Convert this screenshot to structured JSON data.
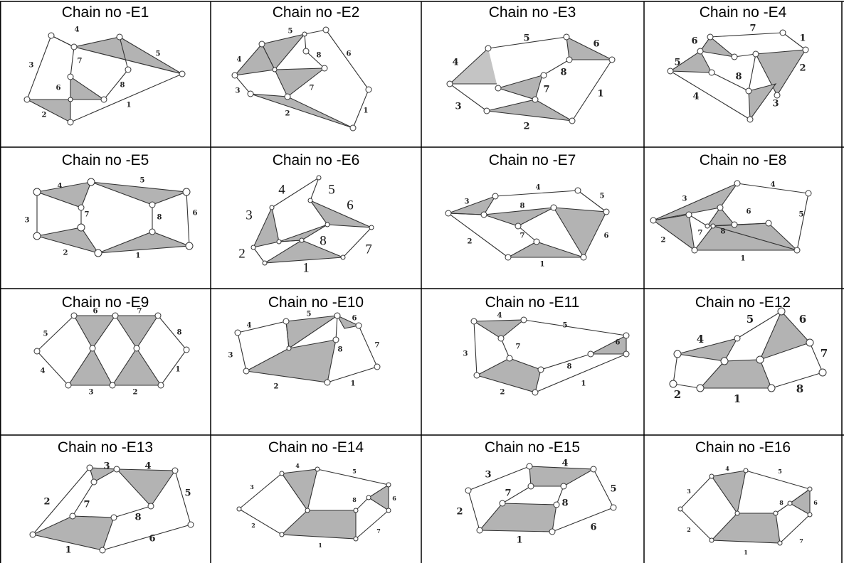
{
  "chains": [
    {
      "title": "Chain no -E1",
      "labels": [
        "1",
        "2",
        "3",
        "4",
        "5",
        "6",
        "7",
        "8"
      ]
    },
    {
      "title": "Chain no -E2",
      "labels": [
        "1",
        "2",
        "3",
        "4",
        "5",
        "6",
        "7",
        "8"
      ]
    },
    {
      "title": "Chain no -E3",
      "labels": [
        "1",
        "2",
        "3",
        "4",
        "5",
        "6",
        "7",
        "8"
      ]
    },
    {
      "title": "Chain no -E4",
      "labels": [
        "1",
        "2",
        "3",
        "4",
        "5",
        "6",
        "7",
        "8"
      ]
    },
    {
      "title": "Chain no -E5",
      "labels": [
        "1",
        "2",
        "3",
        "4",
        "5",
        "6",
        "7",
        "8"
      ]
    },
    {
      "title": "Chain no -E6",
      "labels": [
        "1",
        "2",
        "3",
        "4",
        "5",
        "6",
        "7",
        "8"
      ]
    },
    {
      "title": "Chain no -E7",
      "labels": [
        "1",
        "2",
        "3",
        "4",
        "5",
        "6",
        "7",
        "8"
      ]
    },
    {
      "title": "Chain no -E8",
      "labels": [
        "1",
        "2",
        "3",
        "4",
        "5",
        "6",
        "7",
        "8"
      ]
    },
    {
      "title": "Chain no -E9",
      "labels": [
        "1",
        "2",
        "3",
        "4",
        "5",
        "6",
        "7",
        "8"
      ]
    },
    {
      "title": "Chain no -E10",
      "labels": [
        "1",
        "2",
        "3",
        "4",
        "5",
        "6",
        "7",
        "8"
      ]
    },
    {
      "title": "Chain no -E11",
      "labels": [
        "1",
        "2",
        "3",
        "4",
        "5",
        "6",
        "7",
        "8"
      ]
    },
    {
      "title": "Chain no -E12",
      "labels": [
        "1",
        "2",
        "4",
        "5",
        "6",
        "7",
        "8"
      ]
    },
    {
      "title": "Chain no -E13",
      "labels": [
        "1",
        "2",
        "3",
        "4",
        "5",
        "6",
        "7",
        "8"
      ]
    },
    {
      "title": "Chain no -E14",
      "labels": [
        "1",
        "2",
        "3",
        "4",
        "5",
        "6",
        "7",
        "8"
      ]
    },
    {
      "title": "Chain no -E15",
      "labels": [
        "1",
        "2",
        "3",
        "4",
        "5",
        "6",
        "7",
        "8"
      ]
    },
    {
      "title": "Chain no -E16",
      "labels": [
        "1",
        "2",
        "3",
        "4",
        "5",
        "6",
        "7",
        "8"
      ]
    }
  ]
}
